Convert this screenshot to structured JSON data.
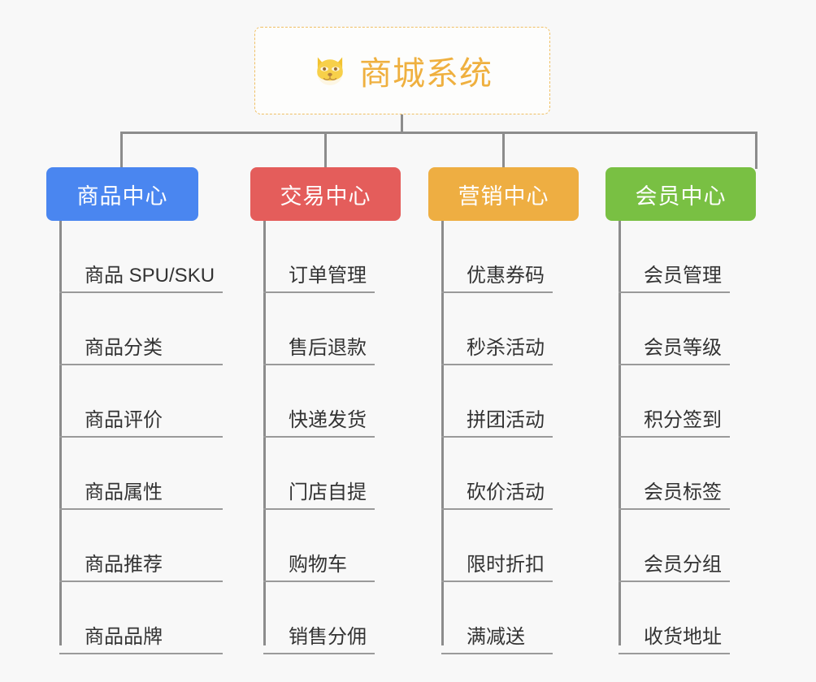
{
  "root": {
    "icon": "dog-face-emoji",
    "title": "商城系统",
    "border_color": "#f0c064",
    "text_color": "#efb03f"
  },
  "branches": [
    {
      "id": "product-center",
      "label": "商品中心",
      "color": "#4a86f0",
      "items": [
        "商品 SPU/SKU",
        "商品分类",
        "商品评价",
        "商品属性",
        "商品推荐",
        "商品品牌"
      ]
    },
    {
      "id": "trade-center",
      "label": "交易中心",
      "color": "#e45d5b",
      "items": [
        "订单管理",
        "售后退款",
        "快递发货",
        "门店自提",
        "购物车",
        "销售分佣"
      ]
    },
    {
      "id": "marketing-center",
      "label": "营销中心",
      "color": "#eeae42",
      "items": [
        "优惠券码",
        "秒杀活动",
        "拼团活动",
        "砍价活动",
        "限时折扣",
        "满减送"
      ]
    },
    {
      "id": "member-center",
      "label": "会员中心",
      "color": "#79c043",
      "items": [
        "会员管理",
        "会员等级",
        "积分签到",
        "会员标签",
        "会员分组",
        "收货地址"
      ]
    }
  ],
  "theme": {
    "background": "#f8f8f8",
    "connector_color": "#8c8c8c",
    "leaf_rule_color": "#9a9a9a",
    "leaf_text_color": "#333333"
  }
}
